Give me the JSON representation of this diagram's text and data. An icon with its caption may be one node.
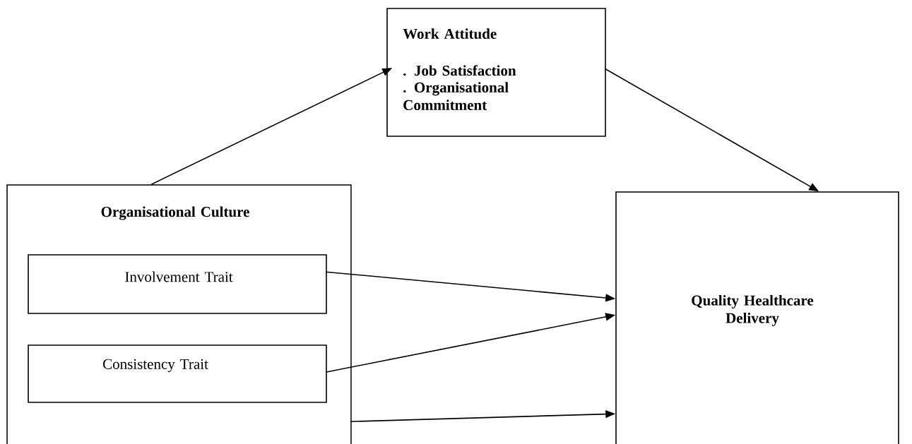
{
  "diagram": {
    "nodes": [
      {
        "text": [
          "Work Attitude",
          ". Job Satisfaction",
          ". Organisational Commitment"
        ]
      },
      {
        "text": [
          "Organisational Culture"
        ]
      },
      {
        "text": [
          "Involvement Trait"
        ],
        "in": 1
      },
      {
        "text": [
          "Consistency Trait"
        ],
        "in": 1
      },
      {
        "text": [
          "Quality Healthcare Delivery"
        ]
      }
    ],
    "edges": [
      {
        "from": 1,
        "to": 0,
        "arrow": "to"
      },
      {
        "from": 0,
        "to": 4,
        "arrow": "to"
      },
      {
        "from": 2,
        "to": 4,
        "arrow": "to"
      },
      {
        "from": 3,
        "to": 4,
        "arrow": "to"
      },
      {
        "from": 1,
        "to": 4,
        "arrow": "to"
      }
    ]
  }
}
